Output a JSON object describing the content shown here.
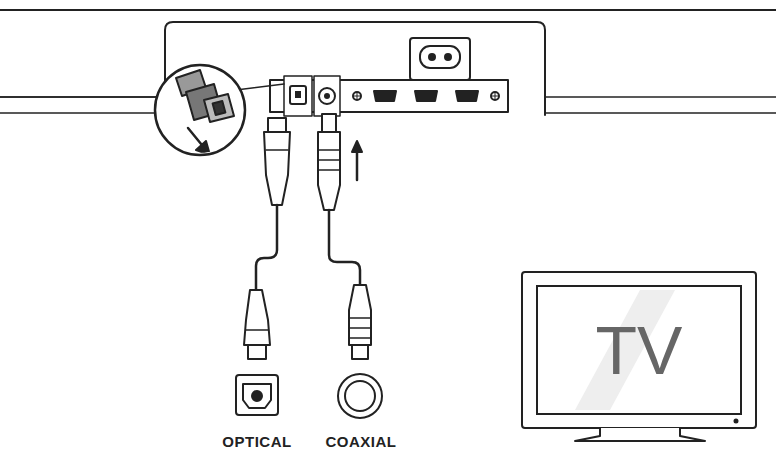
{
  "diagram": {
    "nodes": [
      {
        "text": [
          "TV"
        ]
      }
    ],
    "labels": [
      "OPTICAL",
      "COAXIAL"
    ]
  }
}
